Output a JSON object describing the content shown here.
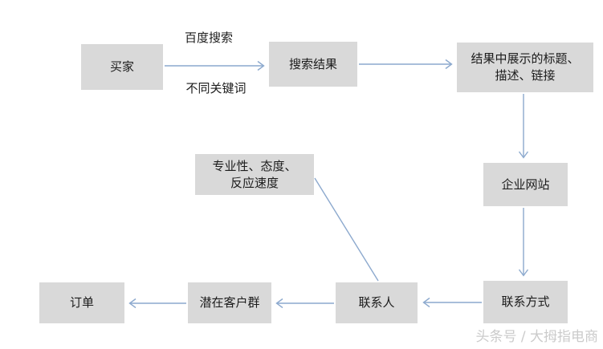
{
  "diagram": {
    "nodes": {
      "buyer": {
        "label": "买家"
      },
      "search_results": {
        "label": "搜索结果"
      },
      "result_listing": {
        "label": "结果中展示的标题、\n描述、链接"
      },
      "professionalism": {
        "label": "专业性、态度、\n反应速度"
      },
      "company_website": {
        "label": "企业网站"
      },
      "contact_method": {
        "label": "联系方式"
      },
      "contact_person": {
        "label": "联系人"
      },
      "potential_customers": {
        "label": "潜在客户群"
      },
      "order": {
        "label": "订单"
      }
    },
    "edge_labels": {
      "baidu_search": "百度搜索",
      "different_keywords": "不同关键词"
    },
    "colors": {
      "node_fill": "#d9d9d9",
      "arrow": "#8ca9ce",
      "text": "#1c1c1c",
      "watermark": "#cbcbcb"
    }
  },
  "watermark": {
    "text": "头条号 / 大拇指电商"
  }
}
